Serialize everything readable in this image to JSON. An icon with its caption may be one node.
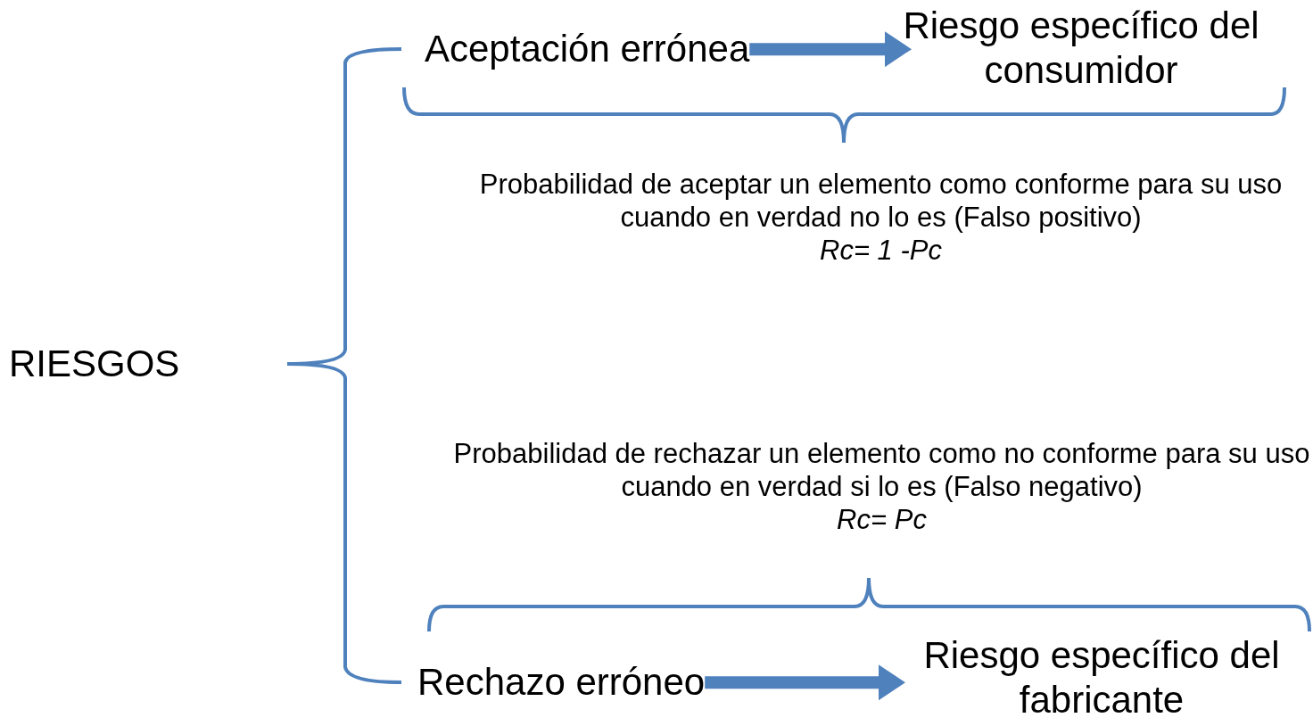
{
  "diagram": {
    "nodes": [
      {
        "text": [
          "RIESGOS"
        ]
      },
      {
        "text": [
          "Aceptación errónea"
        ]
      },
      {
        "text": [
          "Riesgo específico del consumidor"
        ]
      },
      {
        "text": [
          "Probabilidad de aceptar un elemento como conforme para su uso cuando en verdad no lo es (Falso positivo)",
          "Rc= 1 -Pc"
        ]
      },
      {
        "text": [
          "Probabilidad de rechazar un elemento como no conforme para su uso cuando en verdad si lo es (Falso negativo)",
          "Rc= Pc"
        ]
      },
      {
        "text": [
          "Rechazo erróneo"
        ]
      },
      {
        "text": [
          "Riesgo específico del fabricante"
        ]
      }
    ],
    "edges": [
      {
        "from": 1,
        "to": 2,
        "arrow": "to"
      },
      {
        "from": 5,
        "to": 6,
        "arrow": "to"
      }
    ]
  }
}
